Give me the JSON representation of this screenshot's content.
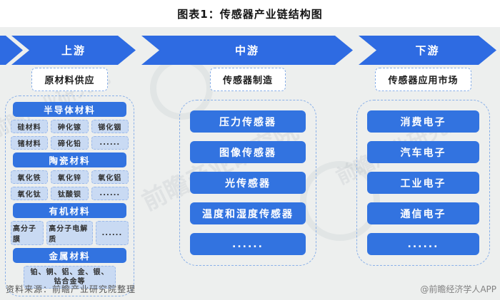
{
  "title": "图表1：传感器产业链结构图",
  "banner": {
    "segments": [
      {
        "label": "上游"
      },
      {
        "label": "中游"
      },
      {
        "label": "下游"
      }
    ]
  },
  "sections": [
    {
      "header": "原材料供应",
      "groups": [
        {
          "title": "半导体材料",
          "chip_rows": [
            [
              "硅材料",
              "砷化镓",
              "锑化铟"
            ],
            [
              "锗材料",
              "碲化铅",
              "......"
            ]
          ]
        },
        {
          "title": "陶瓷材料",
          "chip_rows": [
            [
              "氧化铁",
              "氧化锌",
              "氧化铝"
            ],
            [
              "氧化钛",
              "钛酸钡",
              "......"
            ]
          ]
        },
        {
          "title": "有机材料",
          "chip_rows": [
            [
              "高分子膜",
              "高分子电解质",
              "......"
            ]
          ]
        },
        {
          "title": "金属材料",
          "chip_rows": [
            [
              "铂、铜、铝、金、银、钴合金等"
            ]
          ]
        }
      ]
    },
    {
      "header": "传感器制造",
      "items": [
        "压力传感器",
        "图像传感器",
        "光传感器",
        "温度和湿度传感器",
        "......"
      ]
    },
    {
      "header": "传感器应用市场",
      "items": [
        "消费电子",
        "汽车电子",
        "工业电子",
        "通信电子",
        "......"
      ]
    }
  ],
  "footer": {
    "source": "资料来源：前瞻产业研究院整理",
    "credit": "@前瞻经济学人APP"
  },
  "watermark": "前瞻产业研究院",
  "colors": {
    "arrow_blue": "#2e6be2",
    "button_blue": "#3273e0",
    "chip_bg": "#c9daf3",
    "chip_border": "#9bb9ea",
    "panel_bg": "#edefee",
    "dashed_border": "#8ab0e8"
  }
}
